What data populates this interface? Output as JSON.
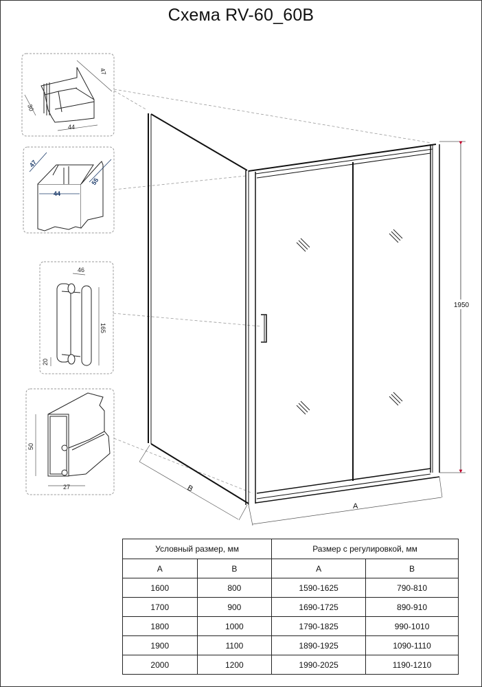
{
  "title": "Схема RV-60_60B",
  "details": [
    {
      "name": "top-profile-corner",
      "dims": {
        "depth": "47",
        "height": "30",
        "width": "44"
      }
    },
    {
      "name": "top-rail-profile",
      "dims": {
        "depth": "47",
        "width": "44",
        "side": "55"
      }
    },
    {
      "name": "door-handle",
      "dims": {
        "width": "46",
        "height": "165",
        "base": "20"
      }
    },
    {
      "name": "wall-profile",
      "dims": {
        "height": "50",
        "width": "27"
      }
    }
  ],
  "drawing": {
    "height_label": "1950",
    "width_label": "A",
    "depth_label": "B",
    "accent_color": "#c0002a"
  },
  "table": {
    "group_headers": [
      "Условный размер, мм",
      "Размер с регулировкой, мм"
    ],
    "col_headers": [
      "A",
      "B",
      "A",
      "B"
    ],
    "rows": [
      [
        "1600",
        "800",
        "1590-1625",
        "790-810"
      ],
      [
        "1700",
        "900",
        "1690-1725",
        "890-910"
      ],
      [
        "1800",
        "1000",
        "1790-1825",
        "990-1010"
      ],
      [
        "1900",
        "1100",
        "1890-1925",
        "1090-1110"
      ],
      [
        "2000",
        "1200",
        "1990-2025",
        "1190-1210"
      ]
    ]
  }
}
